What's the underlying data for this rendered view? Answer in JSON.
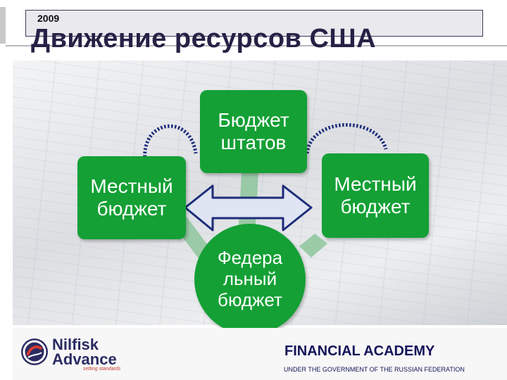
{
  "header": {
    "year": "2009",
    "title": "Движение ресурсов  США"
  },
  "diagram": {
    "nodes": {
      "state_budget": [
        "Бюджет",
        "штатов"
      ],
      "local_budget_left": [
        "Местный",
        "бюджет"
      ],
      "local_budget_right": [
        "Местный",
        "бюджет"
      ],
      "federal_budget": [
        "Федера",
        "льный",
        "бюджет"
      ]
    },
    "colors": {
      "node": "#14a035",
      "connector": "#8dc59b",
      "arrow_fill": "#dfe5f2",
      "arrow_stroke": "#1d2c7a",
      "dotted_arc": "#1d2c7a"
    }
  },
  "footer": {
    "logo": {
      "name_line1": "Nilfisk",
      "name_line2": "Advance",
      "tagline": "setting standards"
    },
    "academy": "FINANCIAL ACADEMY",
    "academy_subtitle": "UNDER THE GOVERNMENT OF THE RUSSIAN FEDERATION"
  }
}
